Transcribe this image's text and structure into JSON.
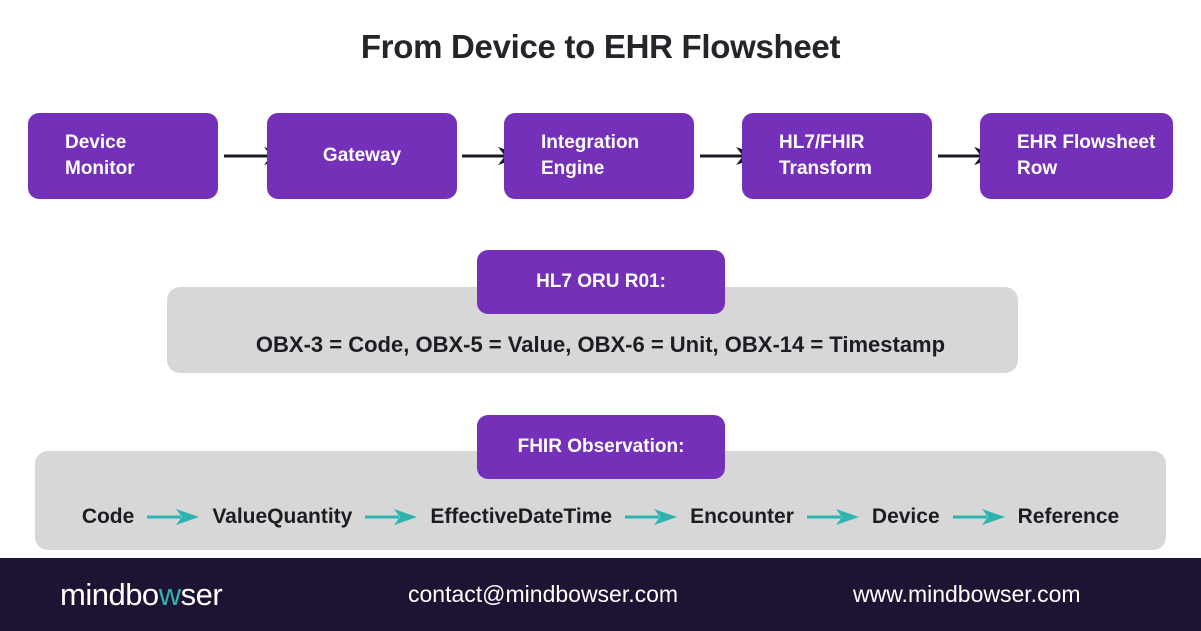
{
  "title": "From Device to EHR Flowsheet",
  "flow": {
    "steps": [
      {
        "label": "Device\nMonitor",
        "multiline": true
      },
      {
        "label": "Gateway",
        "multiline": false
      },
      {
        "label": "Integration\nEngine",
        "multiline": true
      },
      {
        "label": "HL7/FHIR\nTransform",
        "multiline": true
      },
      {
        "label": "EHR Flowsheet\nRow",
        "multiline": true
      }
    ],
    "arrow_icon": "arrow-right-icon",
    "arrow_color": "#1b1b26"
  },
  "hl7_section": {
    "badge_label": "HL7 ORU R01:",
    "detail": "OBX-3 = Code, OBX-5 = Value, OBX-6 = Unit, OBX-14 = Timestamp"
  },
  "fhir_section": {
    "badge_label": "FHIR Observation:",
    "chain": [
      "Code",
      "ValueQuantity",
      "EffectiveDateTime",
      "Encounter",
      "Device",
      "Reference"
    ],
    "arrow_icon": "arrow-right-icon",
    "arrow_color": "#2fb3ae"
  },
  "footer": {
    "logo_before": "mindbo",
    "logo_accent": "w",
    "logo_after": "ser",
    "email": "contact@mindbowser.com",
    "website": "www.mindbowser.com"
  },
  "colors": {
    "purple": "#7430B8",
    "teal": "#2fb3ae",
    "panel_gray": "#d7d7d7",
    "footer_navy": "#1d1332",
    "text_dark": "#1c1c22"
  }
}
